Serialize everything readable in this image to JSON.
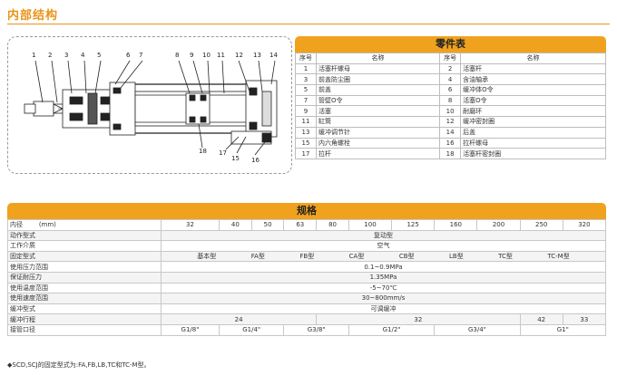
{
  "section_title": "内部结构",
  "diagram_labels": [
    "1",
    "2",
    "3",
    "4",
    "5",
    "6",
    "7",
    "8",
    "9",
    "10",
    "11",
    "12",
    "13",
    "14",
    "15",
    "16",
    "17",
    "18"
  ],
  "parts_table": {
    "title": "零件表",
    "headers": [
      "序号",
      "名称",
      "序号",
      "名称"
    ],
    "rows": [
      [
        "1",
        "活塞杆螺母",
        "2",
        "活塞杆"
      ],
      [
        "3",
        "前盖防尘圈",
        "4",
        "含油轴承"
      ],
      [
        "5",
        "前盖",
        "6",
        "缓冲体O令"
      ],
      [
        "7",
        "管壁O令",
        "8",
        "活塞O令"
      ],
      [
        "9",
        "活塞",
        "10",
        "耐磨环"
      ],
      [
        "11",
        "缸筒",
        "12",
        "缓冲密封圈"
      ],
      [
        "13",
        "缓冲调节针",
        "14",
        "后盖"
      ],
      [
        "15",
        "内六角螺栓",
        "16",
        "拉杆螺母"
      ],
      [
        "17",
        "拉杆",
        "18",
        "活塞杆密封圈"
      ]
    ]
  },
  "spec_table": {
    "title": "规格",
    "bore_label": "内径",
    "bore_unit": "(mm)",
    "bores": [
      "32",
      "40",
      "50",
      "63",
      "80",
      "100",
      "125",
      "160",
      "200",
      "250",
      "320"
    ],
    "action_label": "动作型式",
    "action_value": "复动型",
    "medium_label": "工作介质",
    "medium_value": "空气",
    "mount_label": "固定型式",
    "mounts": [
      "基本型",
      "FA型",
      "FB型",
      "CA型",
      "CB型",
      "LB型",
      "TC型",
      "TC-M型"
    ],
    "pressure_label": "使用压力范围",
    "pressure_value": "0.1~0.9MPa",
    "proof_label": "保证耐压力",
    "proof_value": "1.35MPa",
    "temp_label": "使用温度范围",
    "temp_value": "-5~70℃",
    "speed_label": "使用速度范围",
    "speed_value": "30~800mm/s",
    "cushion_label": "缓冲型式",
    "cushion_value": "可调缓冲",
    "stroke_label": "缓冲行程",
    "strokes": [
      "24",
      "32",
      "42",
      "33"
    ],
    "port_label": "接管口径",
    "ports": [
      "G1/8\"",
      "G1/4\"",
      "G3/8\"",
      "G1/2\"",
      "G3/4\"",
      "G1\""
    ]
  },
  "footnote": "◆SCD,SCJ的固定型式为:FA,FB,LB,TC和TC-M型。"
}
